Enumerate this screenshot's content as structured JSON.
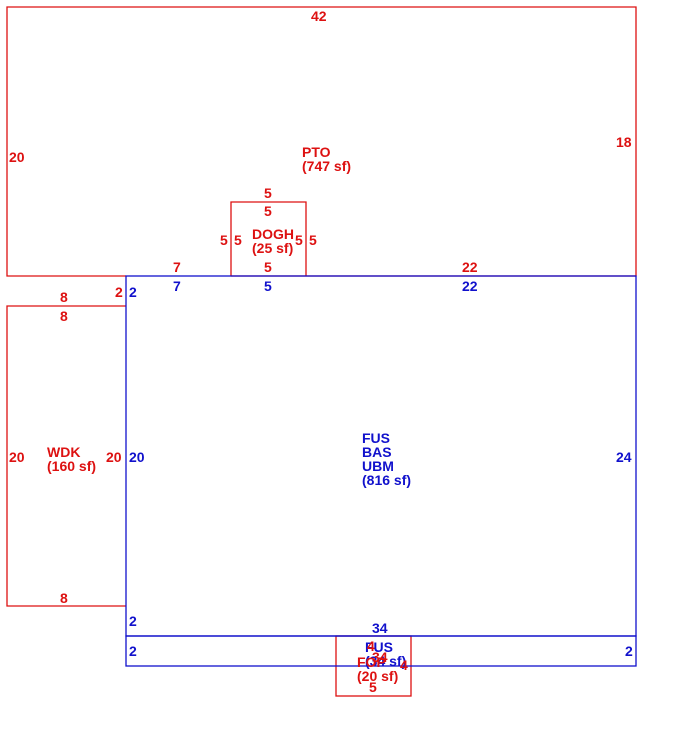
{
  "colors": {
    "red": "#dd1111",
    "blue": "#1111cc",
    "background": "#ffffff"
  },
  "areas": {
    "pto": {
      "code": "PTO",
      "area": "(747 sf)"
    },
    "dogh": {
      "code": "DOGH",
      "area": "(25 sf)"
    },
    "wdk": {
      "code": "WDK",
      "area": "(160 sf)"
    },
    "main": {
      "code1": "FUS",
      "code2": "BAS",
      "code3": "UBM",
      "area": "(816 sf)"
    },
    "bay": {
      "code": "FUS",
      "area": "(34 sf)"
    },
    "fop": {
      "code": "FOP",
      "area": "(20 sf)"
    }
  },
  "dimensions": {
    "pto_top": "42",
    "pto_left": "20",
    "pto_right": "18",
    "pto_bottom_left": "7",
    "pto_bottom_right": "22",
    "pto_step": "2",
    "dogh_top_outer": "5",
    "dogh_top_inner": "5",
    "dogh_left_outer": "5",
    "dogh_left_inner": "5",
    "dogh_right_inner": "5",
    "dogh_right_outer": "5",
    "dogh_bottom": "5",
    "wdk_top_outer": "8",
    "wdk_top_inner": "8",
    "wdk_left": "20",
    "wdk_right": "20",
    "wdk_bottom": "8",
    "main_top_left": "7",
    "main_top_mid": "5",
    "main_top_right": "22",
    "main_step_top": "2",
    "main_left": "20",
    "main_right": "24",
    "main_step_bottom": "2",
    "bay_top": "34",
    "bay_left": "2",
    "bay_right": "2",
    "fop_top": "4",
    "fop_mid": "34",
    "fop_side": "4",
    "fop_bottom": "5"
  }
}
